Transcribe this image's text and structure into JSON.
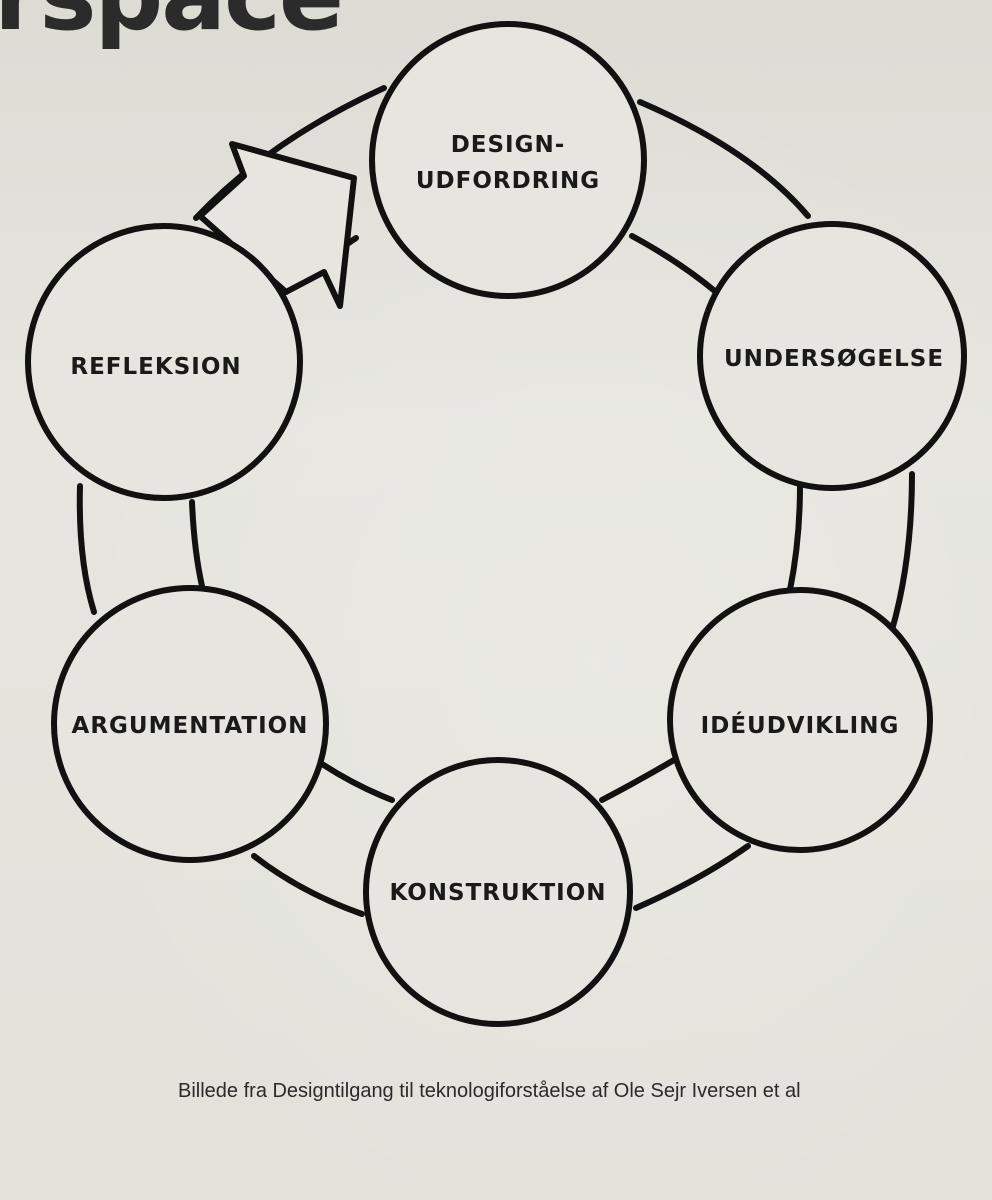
{
  "slide": {
    "heading_fragment": "rspace",
    "caption": "Billede fra Designtilgang til teknologiforståelse af Ole Sejr Iversen et al"
  },
  "diagram": {
    "nodes": [
      {
        "id": "designudfordring",
        "label_lines": [
          "DESIGN-",
          "UDFORDRING"
        ]
      },
      {
        "id": "undersogelse",
        "label_lines": [
          "UNDERSØGELSE"
        ]
      },
      {
        "id": "ideudvikling",
        "label_lines": [
          "IDÉUDVIKLING"
        ]
      },
      {
        "id": "konstruktion",
        "label_lines": [
          "KONSTRUKTION"
        ]
      },
      {
        "id": "argumentation",
        "label_lines": [
          "ARGUMENTATION"
        ]
      },
      {
        "id": "refleksion",
        "label_lines": [
          "REFLEKSION"
        ]
      }
    ],
    "cycle_arrow": "refleksion-to-designudfordring",
    "colors": {
      "stroke": "#111111",
      "fill": "#e6e5df",
      "background": "#e2e1da"
    }
  }
}
